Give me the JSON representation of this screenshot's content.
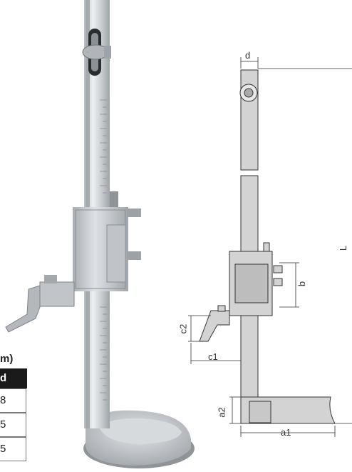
{
  "table": {
    "unit_fragment": "m)",
    "header_fragment": "d",
    "rows": [
      "8",
      "5",
      "5"
    ]
  },
  "dimensions": {
    "d": "d",
    "L": "L",
    "b": "b",
    "c1": "c1",
    "c2": "c2",
    "a1": "a1",
    "a2": "a2"
  },
  "colors": {
    "steel": "#c9ccd0",
    "steel_dark": "#9aa0a6",
    "drawing_fill": "#d3d3d3",
    "line": "#333333",
    "table_header": "#1a1a1a"
  }
}
